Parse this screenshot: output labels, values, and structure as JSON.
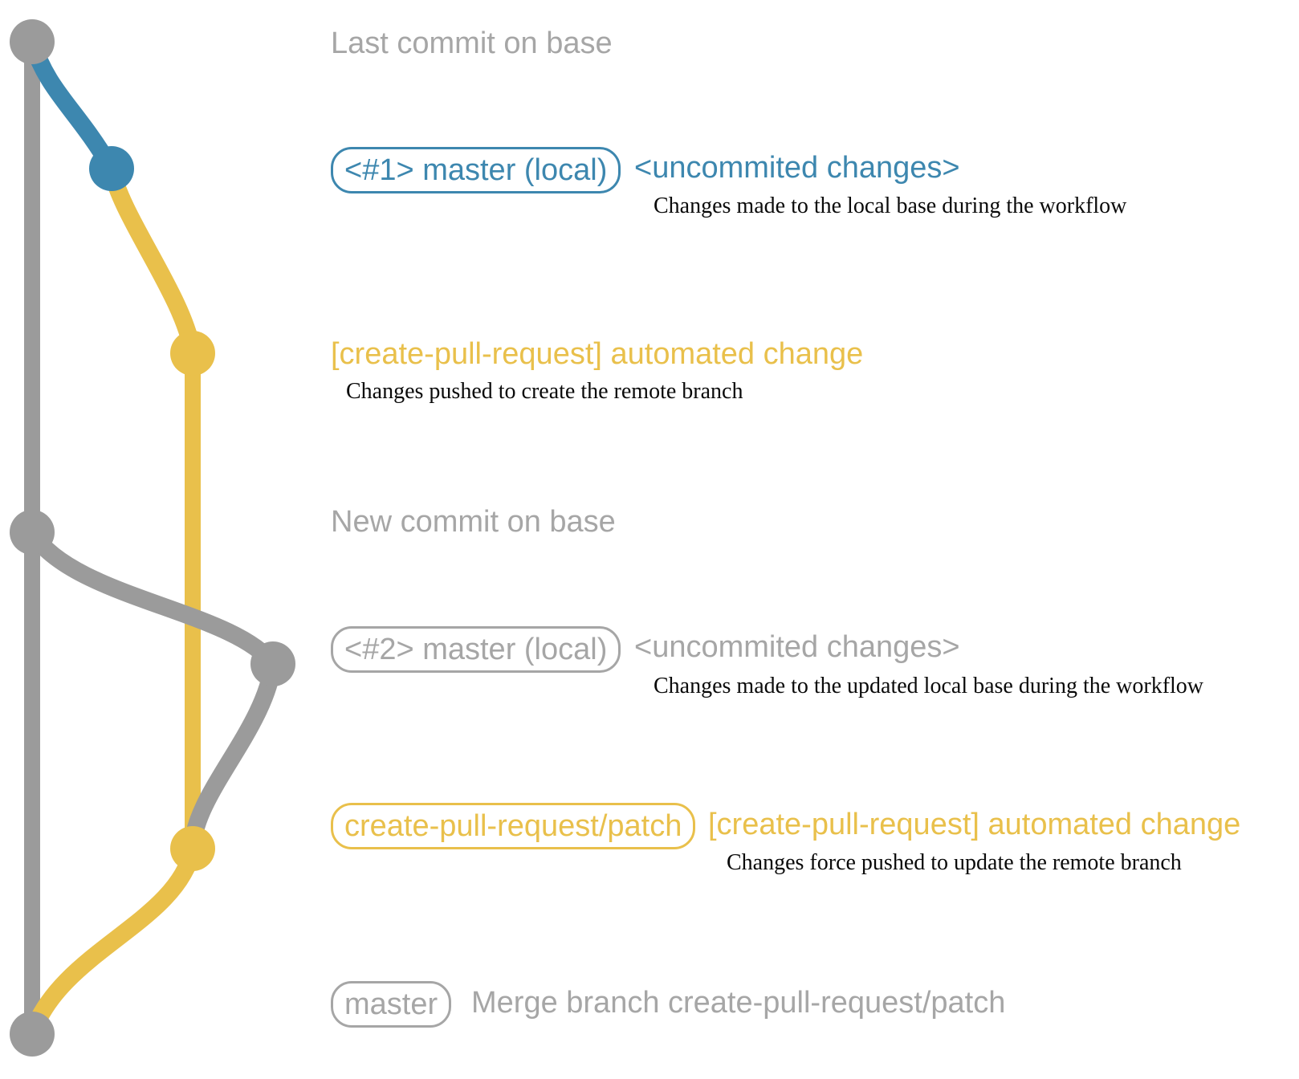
{
  "colors": {
    "background": "#ffffff",
    "gray_line": "#9b9b9b",
    "gray_text": "#a6a6a6",
    "blue": "#3d87af",
    "yellow": "#e9c04b",
    "desc_text": "#0a0a0a"
  },
  "rows": {
    "row1": {
      "caption": "Last commit on base"
    },
    "row2": {
      "pill": "<#1> master (local)",
      "note": "<uncommited changes>",
      "desc": "Changes made to the local base during the workflow"
    },
    "row3": {
      "heading": "[create-pull-request] automated change",
      "desc": "Changes pushed to create the remote branch"
    },
    "row4": {
      "caption": "New commit on base"
    },
    "row5": {
      "pill": "<#2> master (local)",
      "note": "<uncommited changes>",
      "desc": "Changes made to the updated local base during the workflow"
    },
    "row6": {
      "pill": "create-pull-request/patch",
      "heading": "[create-pull-request] automated change",
      "desc": "Changes force pushed to update the remote branch"
    },
    "row7": {
      "pill": "master",
      "caption": "Merge branch create-pull-request/patch"
    }
  }
}
